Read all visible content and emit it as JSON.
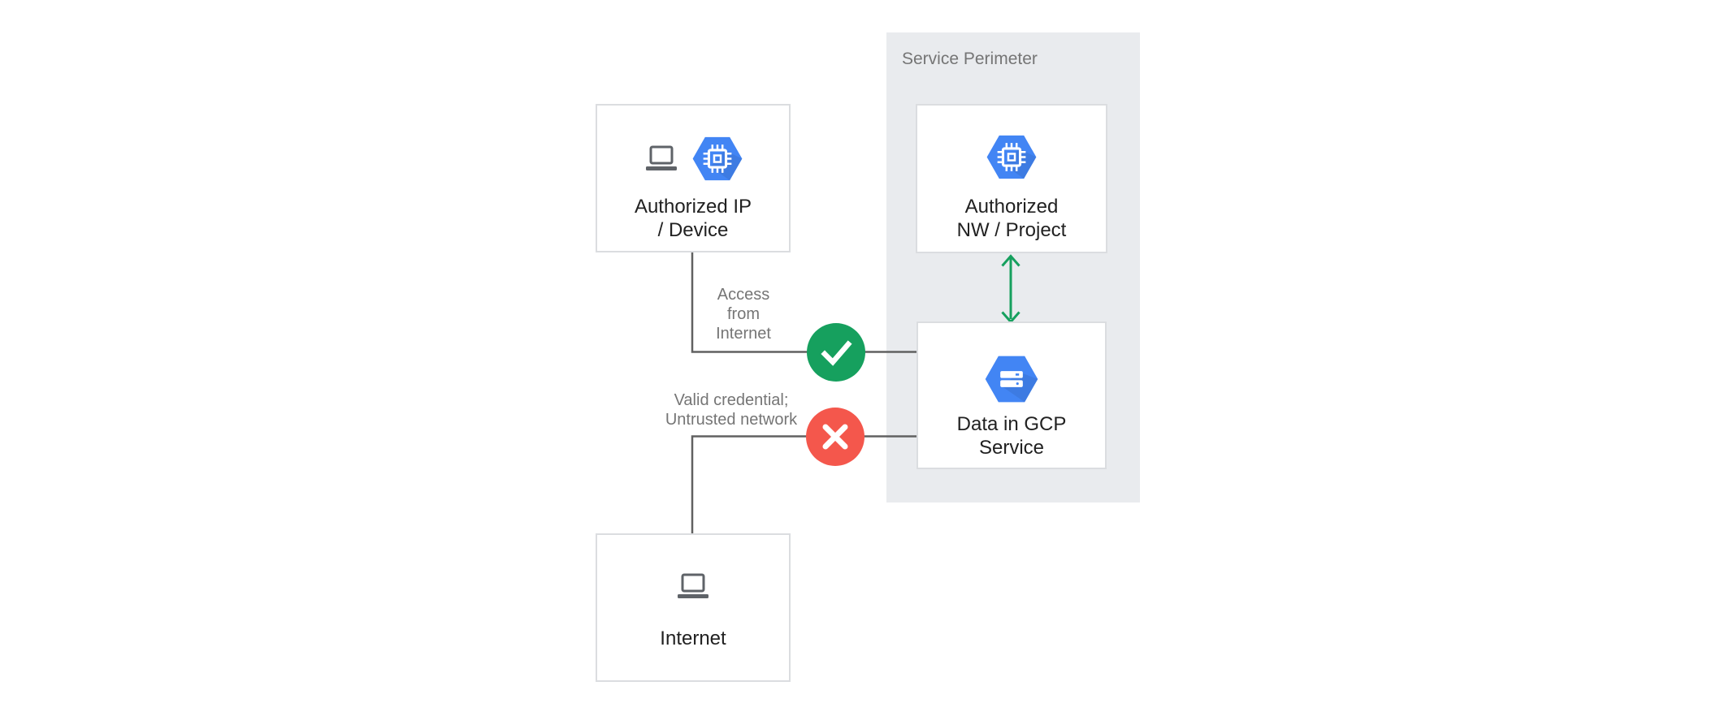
{
  "diagram": {
    "perimeter": {
      "label": "Service Perimeter"
    },
    "nodes": {
      "authorized_ip_device": {
        "lines": [
          "Authorized IP",
          "/ Device"
        ],
        "icons": [
          "laptop-icon",
          "compute-engine-hexagon-icon"
        ]
      },
      "authorized_nw_project": {
        "lines": [
          "Authorized",
          "NW / Project"
        ],
        "icons": [
          "compute-engine-hexagon-icon"
        ]
      },
      "data_in_gcp_service": {
        "lines": [
          "Data in GCP",
          "Service"
        ],
        "icons": [
          "storage-hexagon-icon"
        ]
      },
      "internet": {
        "lines": [
          "Internet"
        ],
        "icons": [
          "laptop-icon"
        ]
      }
    },
    "edges": {
      "access_from_internet": {
        "label_lines": [
          "Access",
          "from",
          "Internet"
        ],
        "status": "allowed",
        "badge": "check"
      },
      "valid_credential_untrusted_network": {
        "label_lines": [
          "Valid credential;",
          "Untrusted network"
        ],
        "status": "denied",
        "badge": "cross"
      },
      "nw_project_to_data": {
        "type": "bidirectional-arrow"
      }
    },
    "colors": {
      "perimeter_bg": "#E9EBEE",
      "box_border": "#DBDDE0",
      "connector_gray": "#616161",
      "allowed_green": "#16A05E",
      "denied_red": "#F4574C",
      "gcp_blue": "#4285F4",
      "icon_gray": "#5F6368",
      "text_dark": "#212121",
      "text_gray": "#757575"
    }
  }
}
